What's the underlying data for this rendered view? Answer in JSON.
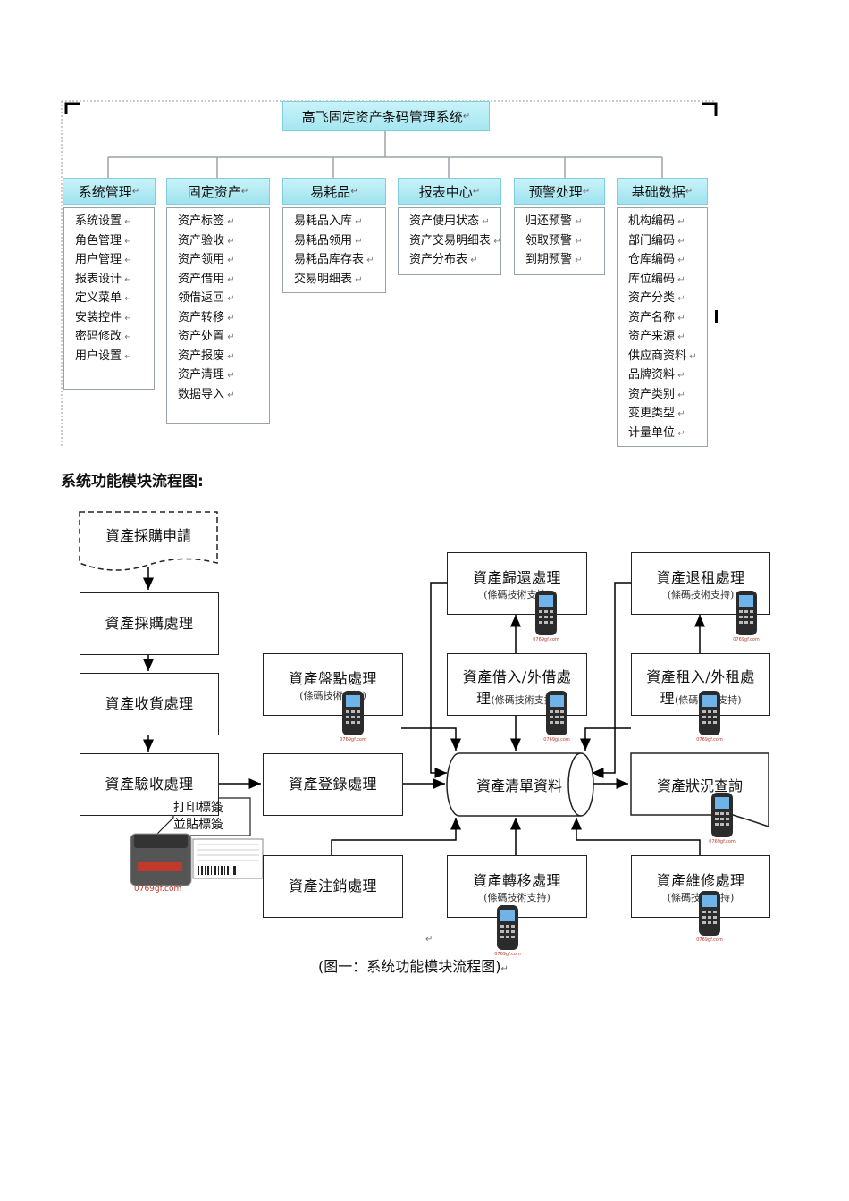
{
  "org_chart": {
    "root": "高飞固定资产条码管理系统",
    "modules": [
      {
        "title": "系统管理",
        "items": [
          "系统设置",
          "角色管理",
          "用户管理",
          "报表设计",
          "定义菜单",
          "安装控件",
          "密码修改",
          "用户设置"
        ]
      },
      {
        "title": "固定资产",
        "items": [
          "资产标签",
          "资产验收",
          "资产领用",
          "资产借用",
          "领借返回",
          "资产转移",
          "资产处置",
          "资产报废",
          "资产清理",
          "数据导入"
        ]
      },
      {
        "title": "易耗品",
        "items": [
          "易耗品入库",
          "易耗品领用",
          "易耗品库存表",
          "交易明细表"
        ]
      },
      {
        "title": "报表中心",
        "items": [
          "资产使用状态",
          "资产交易明细表",
          "资产分布表"
        ]
      },
      {
        "title": "预警处理",
        "items": [
          "归还预警",
          "领取预警",
          "到期预警"
        ]
      },
      {
        "title": "基础数据",
        "items": [
          "机构编码",
          "部门编码",
          "仓库编码",
          "库位编码",
          "资产分类",
          "资产名称",
          "资产来源",
          "供应商资料",
          "品牌资料",
          "资产类别",
          "变更类型",
          "计量单位"
        ]
      }
    ]
  },
  "section_title": "系统功能模块流程图:",
  "flow": {
    "purchase_request": "資產採購申請",
    "purchase": "資產採購處理",
    "receiving": "資產收貨處理",
    "acceptance": "資產驗收處理",
    "print_label_1": "打印標簽",
    "print_label_2": "並貼標簽",
    "inventory": {
      "main": "資產盤點處理",
      "sub": "(條碼技術支持)"
    },
    "register": "資產登錄處理",
    "cancel": "資產注銷處理",
    "return": {
      "main": "資產歸還處理",
      "sub": "(條碼技術支持)"
    },
    "borrow_1": "資產借入/外借處",
    "borrow_2": "理",
    "borrow_sub": "(條碼技術支持)",
    "list": "資產清單資料",
    "transfer": {
      "main": "資產轉移處理",
      "sub": "(條碼技術支持)"
    },
    "lease_return": {
      "main": "資產退租處理",
      "sub": "(條碼技術支持)"
    },
    "lease_1": "資產租入/外租處",
    "lease_2": "理",
    "lease_sub": "(條碼技術支持)",
    "status_query": "資產狀況查詢",
    "repair": {
      "main": "資產維修處理",
      "sub": "(條碼技術支持)"
    },
    "scanner_brand": "0769gf.com"
  },
  "caption": "(图一：系统功能模块流程图)",
  "colors": {
    "header_fill": "#a4e6f0",
    "border": "#222222"
  }
}
